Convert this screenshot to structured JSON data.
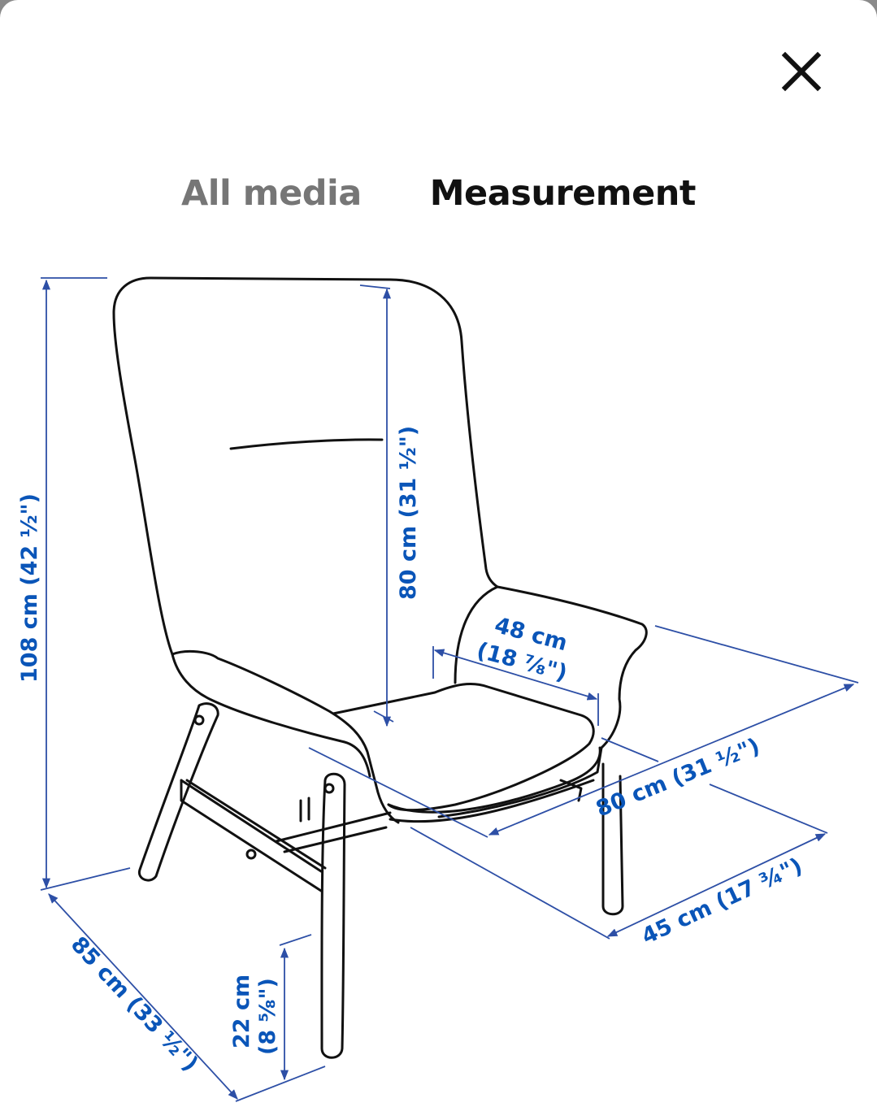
{
  "colors": {
    "dimension_blue": "#0a55b8",
    "dimension_line": "#2d4fa6",
    "outline": "#111111",
    "tab_active": "#111111",
    "tab_inactive": "#767676",
    "background": "#ffffff"
  },
  "header": {
    "close_icon": "close-icon"
  },
  "tabs": [
    {
      "label": "All media",
      "active": false
    },
    {
      "label": "Measurement",
      "active": true
    }
  ],
  "diagram": {
    "subject": "armchair",
    "dimensions": {
      "total_height": "108 cm (42 ½\")",
      "backrest_height": "80 cm (31 ½\")",
      "seat_width": "48 cm",
      "seat_width_in": "(18 ⅞\")",
      "width": "80 cm (31 ½\")",
      "seat_depth": "45 cm (17 ¾\")",
      "depth": "85 cm (33 ½\")",
      "seat_height": "22 cm",
      "seat_height_in": "(8 ⅝\")"
    }
  }
}
